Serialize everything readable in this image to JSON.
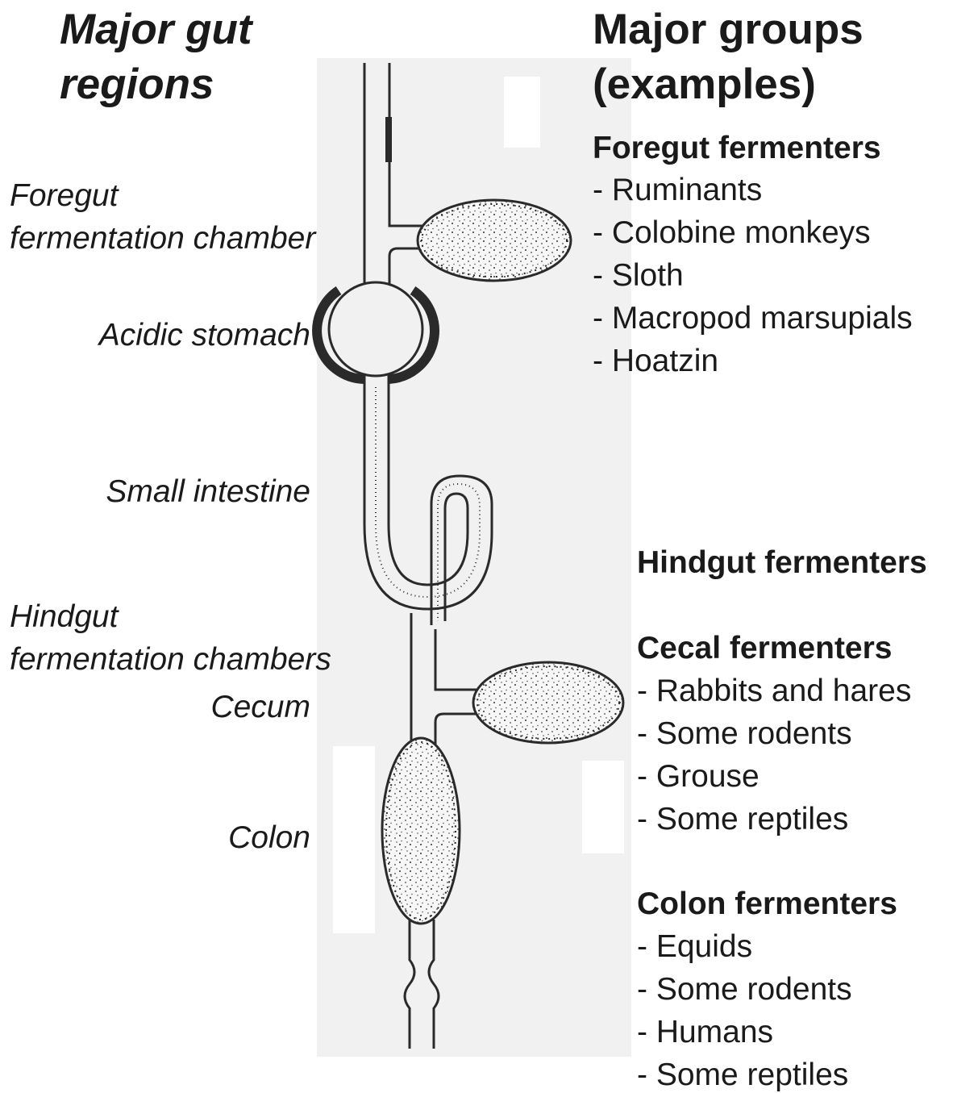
{
  "headers": {
    "regions": [
      "Major gut",
      "regions"
    ],
    "groups": [
      "Major groups",
      "(examples)"
    ]
  },
  "regions": {
    "foregut": [
      "Foregut",
      "fermentation chamber"
    ],
    "acidic_stomach": "Acidic stomach",
    "small_intestine": "Small intestine",
    "hindgut": [
      "Hindgut",
      "fermentation chambers"
    ],
    "cecum": "Cecum",
    "colon": "Colon"
  },
  "groups": {
    "foregut": {
      "title": "Foregut fermenters",
      "items": [
        "- Ruminants",
        "- Colobine monkeys",
        "- Sloth",
        "- Macropod marsupials",
        "- Hoatzin"
      ]
    },
    "hindgut": {
      "title": "Hindgut fermenters"
    },
    "cecal": {
      "title": "Cecal fermenters",
      "items": [
        "- Rabbits and hares",
        "- Some rodents",
        "- Grouse",
        "- Some reptiles"
      ]
    },
    "colon": {
      "title": "Colon fermenters",
      "items": [
        "- Equids",
        "- Some rodents",
        "- Humans",
        "- Some reptiles"
      ]
    }
  },
  "colors": {
    "text": "#1a1a1a",
    "panel": "#f1f1f1",
    "outline": "#2a2a2a"
  }
}
